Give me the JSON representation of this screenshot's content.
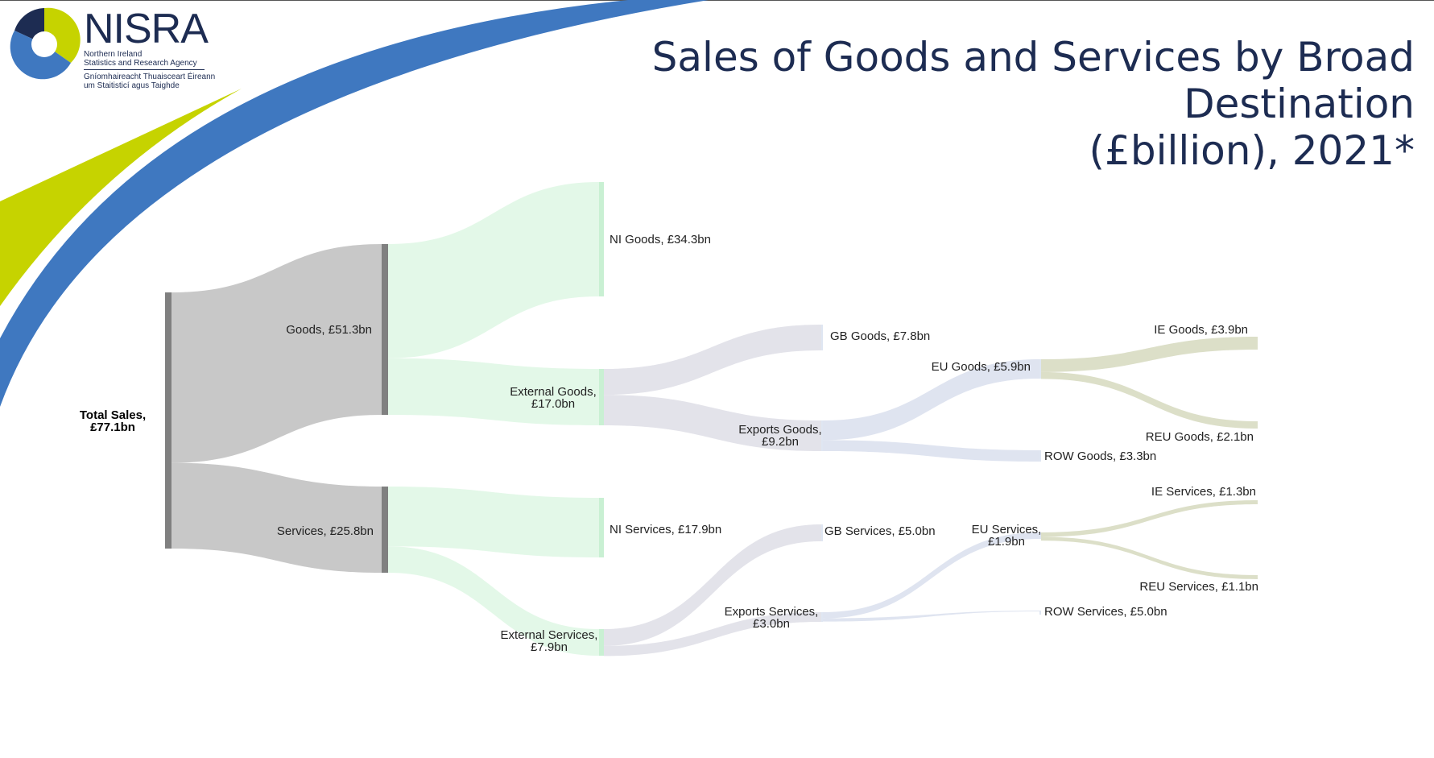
{
  "logo": {
    "wordmark": "NISRA",
    "line1": "Northern Ireland",
    "line2": "Statistics and Research Agency",
    "line3": "Gníomhaireacht Thuaisceart Éireann",
    "line4": "um Staitisticí agus Taighde"
  },
  "title": {
    "line1": "Sales of Goods and Services by Broad Destination",
    "line2": "(£billion), 2021*"
  },
  "colors": {
    "navy": "#1d2c52",
    "blue": "#3f78c0",
    "lime": "#c6d300",
    "total_flow": "#c8c8c8",
    "node_bar": "#808080",
    "ni_flow": "#e3f8e8",
    "gb_flow": "#e3e3ea",
    "exports_flow": "#dfe4f0",
    "eu_flow": "#d7e3f4",
    "eu_split_flow": "#dcdfc8"
  },
  "chart_data": {
    "type": "sankey",
    "unit": "£bn",
    "nodes": [
      {
        "id": "total",
        "label": "Total Sales,\n£77.1bn",
        "value": 77.1
      },
      {
        "id": "goods",
        "label": "Goods, £51.3bn",
        "value": 51.3
      },
      {
        "id": "services",
        "label": "Services, £25.8bn",
        "value": 25.8
      },
      {
        "id": "ni_goods",
        "label": "NI Goods, £34.3bn",
        "value": 34.3
      },
      {
        "id": "ext_goods",
        "label": "External Goods,\n£17.0bn",
        "value": 17.0
      },
      {
        "id": "ni_services",
        "label": "NI Services, £17.9bn",
        "value": 17.9
      },
      {
        "id": "ext_services",
        "label": "External Services,\n£7.9bn",
        "value": 7.9
      },
      {
        "id": "gb_goods",
        "label": "GB Goods, £7.8bn",
        "value": 7.8
      },
      {
        "id": "exp_goods",
        "label": "Exports Goods,\n£9.2bn",
        "value": 9.2
      },
      {
        "id": "gb_services",
        "label": "GB Services, £5.0bn",
        "value": 5.0
      },
      {
        "id": "exp_services",
        "label": "Exports Services,\n£3.0bn",
        "value": 3.0
      },
      {
        "id": "eu_goods",
        "label": "EU Goods, £5.9bn",
        "value": 5.9
      },
      {
        "id": "row_goods",
        "label": "ROW Goods, £3.3bn",
        "value": 3.3
      },
      {
        "id": "eu_services",
        "label": "EU Services,\n£1.9bn",
        "value": 1.9
      },
      {
        "id": "row_services",
        "label": "ROW Services, £5.0bn",
        "value": 5.0
      },
      {
        "id": "ie_goods",
        "label": "IE Goods, £3.9bn",
        "value": 3.9
      },
      {
        "id": "reu_goods",
        "label": "REU Goods, £2.1bn",
        "value": 2.1
      },
      {
        "id": "ie_services",
        "label": "IE Services, £1.3bn",
        "value": 1.3
      },
      {
        "id": "reu_services",
        "label": "REU Services, £1.1bn",
        "value": 1.1
      }
    ],
    "links": [
      {
        "source": "total",
        "target": "goods",
        "value": 51.3
      },
      {
        "source": "total",
        "target": "services",
        "value": 25.8
      },
      {
        "source": "goods",
        "target": "ni_goods",
        "value": 34.3
      },
      {
        "source": "goods",
        "target": "ext_goods",
        "value": 17.0
      },
      {
        "source": "services",
        "target": "ni_services",
        "value": 17.9
      },
      {
        "source": "services",
        "target": "ext_services",
        "value": 7.9
      },
      {
        "source": "ext_goods",
        "target": "gb_goods",
        "value": 7.8
      },
      {
        "source": "ext_goods",
        "target": "exp_goods",
        "value": 9.2
      },
      {
        "source": "ext_services",
        "target": "gb_services",
        "value": 5.0
      },
      {
        "source": "ext_services",
        "target": "exp_services",
        "value": 3.0
      },
      {
        "source": "exp_goods",
        "target": "eu_goods",
        "value": 5.9
      },
      {
        "source": "exp_goods",
        "target": "row_goods",
        "value": 3.3
      },
      {
        "source": "exp_services",
        "target": "eu_services",
        "value": 1.9
      },
      {
        "source": "exp_services",
        "target": "row_services",
        "value": 1.0
      },
      {
        "source": "eu_goods",
        "target": "ie_goods",
        "value": 3.9
      },
      {
        "source": "eu_goods",
        "target": "reu_goods",
        "value": 2.1
      },
      {
        "source": "eu_services",
        "target": "ie_services",
        "value": 1.3
      },
      {
        "source": "eu_services",
        "target": "reu_services",
        "value": 1.1
      }
    ]
  }
}
